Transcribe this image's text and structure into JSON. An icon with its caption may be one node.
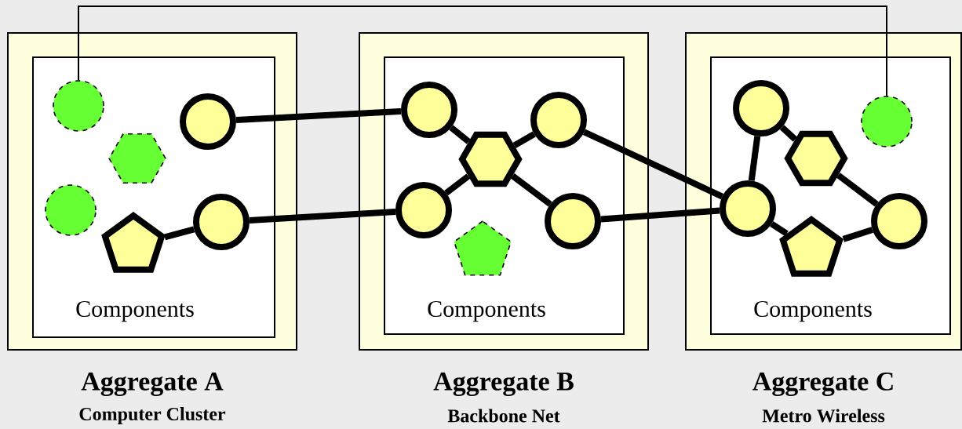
{
  "diagram": {
    "nodes": [
      {
        "text": [
          "Aggregate A",
          "Computer Cluster"
        ]
      },
      {
        "text": [
          "Components"
        ],
        "in": 0
      },
      {
        "text": [],
        "shape": "circle",
        "in": 1
      },
      {
        "text": [],
        "shape": "circle",
        "in": 1
      },
      {
        "text": [],
        "shape": "hexagon",
        "in": 1
      },
      {
        "text": [],
        "shape": "circle",
        "in": 1
      },
      {
        "text": [],
        "shape": "circle",
        "in": 1
      },
      {
        "text": [],
        "shape": "pentagon",
        "in": 1
      },
      {
        "text": [
          "Aggregate B",
          "Backbone Net"
        ]
      },
      {
        "text": [
          "Components"
        ],
        "in": 8
      },
      {
        "text": [],
        "shape": "circle",
        "in": 9
      },
      {
        "text": [],
        "shape": "circle",
        "in": 9
      },
      {
        "text": [],
        "shape": "hexagon",
        "in": 9
      },
      {
        "text": [],
        "shape": "circle",
        "in": 9
      },
      {
        "text": [],
        "shape": "circle",
        "in": 9
      },
      {
        "text": [],
        "shape": "pentagon",
        "in": 9
      },
      {
        "text": [
          "Aggregate C",
          "Metro Wireless"
        ]
      },
      {
        "text": [
          "Components"
        ],
        "in": 16
      },
      {
        "text": [],
        "shape": "circle",
        "in": 17
      },
      {
        "text": [],
        "shape": "circle",
        "in": 17
      },
      {
        "text": [],
        "shape": "hexagon",
        "in": 17
      },
      {
        "text": [],
        "shape": "circle",
        "in": 17
      },
      {
        "text": [],
        "shape": "circle",
        "in": 17
      },
      {
        "text": [],
        "shape": "pentagon",
        "in": 17
      }
    ],
    "edges": [
      {
        "from": 3,
        "to": 10,
        "arrow": "none"
      },
      {
        "from": 6,
        "to": 7,
        "arrow": "none"
      },
      {
        "from": 6,
        "to": 13,
        "arrow": "none"
      },
      {
        "from": 10,
        "to": 12,
        "arrow": "none"
      },
      {
        "from": 12,
        "to": 11,
        "arrow": "none"
      },
      {
        "from": 13,
        "to": 12,
        "arrow": "none"
      },
      {
        "from": 12,
        "to": 14,
        "arrow": "none"
      },
      {
        "from": 11,
        "to": 21,
        "arrow": "none"
      },
      {
        "from": 14,
        "to": 21,
        "arrow": "none"
      },
      {
        "from": 18,
        "to": 21,
        "arrow": "none"
      },
      {
        "from": 18,
        "to": 20,
        "arrow": "none"
      },
      {
        "from": 20,
        "to": 22,
        "arrow": "none"
      },
      {
        "from": 21,
        "to": 23,
        "arrow": "none"
      },
      {
        "from": 23,
        "to": 22,
        "arrow": "none"
      },
      {
        "from": 2,
        "to": 19,
        "arrow": "none"
      }
    ]
  }
}
